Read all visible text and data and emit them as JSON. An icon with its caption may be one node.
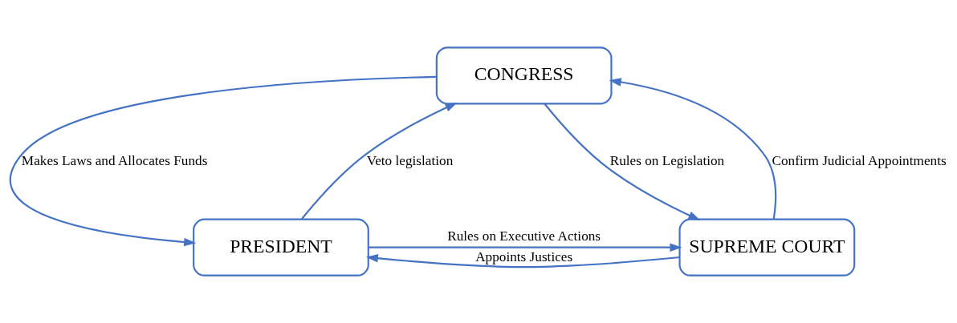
{
  "diagram": {
    "nodes": [
      {
        "text": [
          "CONGRESS"
        ]
      },
      {
        "text": [
          "PRESIDENT"
        ]
      },
      {
        "text": [
          "SUPREME COURT"
        ]
      }
    ],
    "edges": [
      {
        "from": 0,
        "to": 1,
        "arrow": "to",
        "label": "Makes Laws and Allocates Funds"
      },
      {
        "from": 1,
        "to": 0,
        "arrow": "to",
        "label": "Veto legislation"
      },
      {
        "from": 2,
        "to": 0,
        "arrow": "to",
        "label": "Confirm Judicial Appointments"
      },
      {
        "from": 0,
        "to": 2,
        "arrow": "to",
        "label": "Rules on Legislation"
      },
      {
        "from": 2,
        "to": 1,
        "arrow": "to",
        "label": "Appoints Justices"
      },
      {
        "from": 1,
        "to": 2,
        "arrow": "to",
        "label": "Rules on Executive Actions"
      }
    ]
  }
}
